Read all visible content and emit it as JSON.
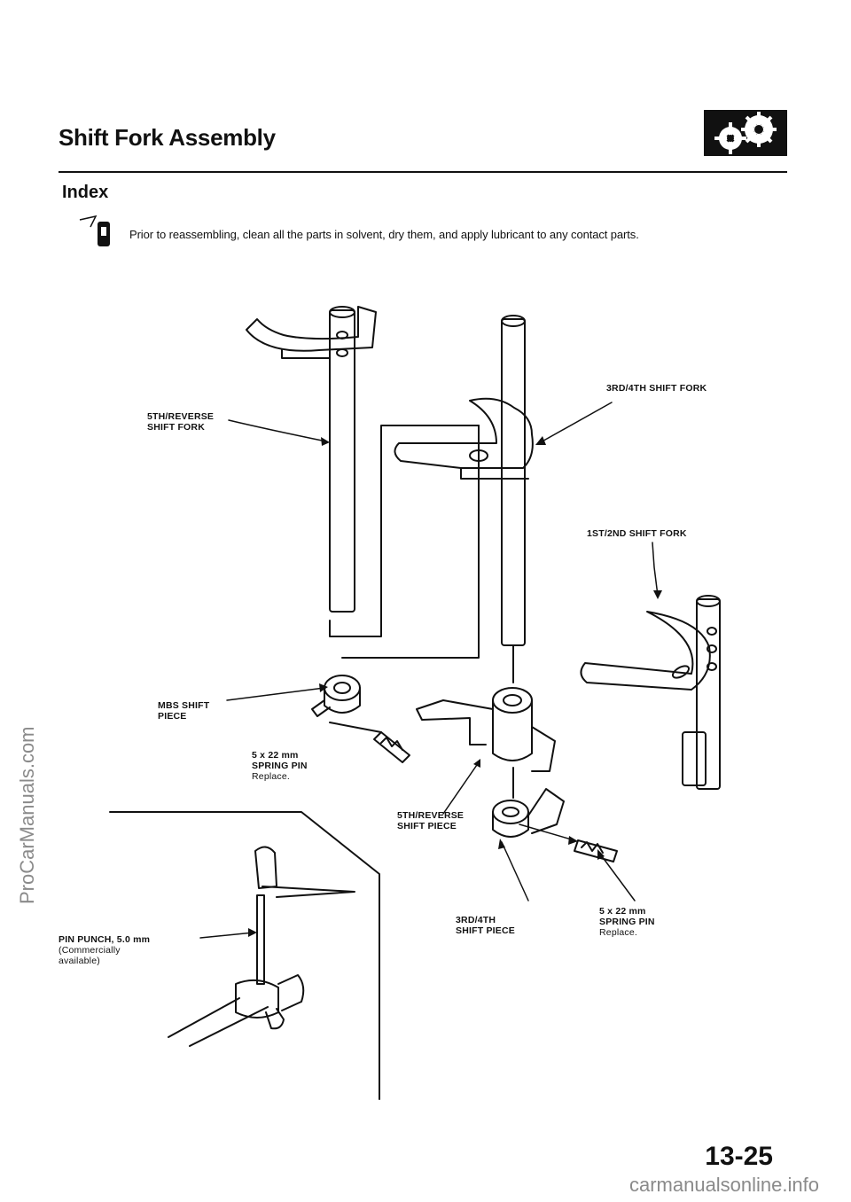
{
  "page": {
    "title": "Shift Fork Assembly",
    "section": "Index",
    "note": "Prior to reassembling, clean all the parts in solvent, dry them, and apply lubricant to any contact parts.",
    "page_number": "13-25",
    "watermark": "ProCarManuals.com",
    "footer": "carmanualsonline.info"
  },
  "labels": {
    "fifth_rev_fork": {
      "line1": "5TH/REVERSE",
      "line2": "SHIFT FORK"
    },
    "third_fourth_fork": "3RD/4TH SHIFT FORK",
    "first_second_fork": "1ST/2ND SHIFT FORK",
    "mbs_shift_piece": {
      "line1": "MBS SHIFT",
      "line2": "PIECE"
    },
    "spring_pin_1": {
      "line1": "5 x 22 mm",
      "line2": "SPRING PIN",
      "line3": "Replace."
    },
    "fifth_rev_piece": {
      "line1": "5TH/REVERSE",
      "line2": "SHIFT PIECE"
    },
    "third_fourth_piece": {
      "line1": "3RD/4TH",
      "line2": "SHIFT PIECE"
    },
    "spring_pin_2": {
      "line1": "5 x 22 mm",
      "line2": "SPRING PIN",
      "line3": "Replace."
    },
    "pin_punch": {
      "line1": "PIN PUNCH, 5.0 mm",
      "line2": "(Commercially",
      "line3": "available)"
    }
  },
  "icons": {
    "header": "engine-gears-icon",
    "tip": "tip-lubricant-icon"
  },
  "colors": {
    "ink": "#111111",
    "paper": "#ffffff",
    "watermark": "#8a8a8a"
  }
}
